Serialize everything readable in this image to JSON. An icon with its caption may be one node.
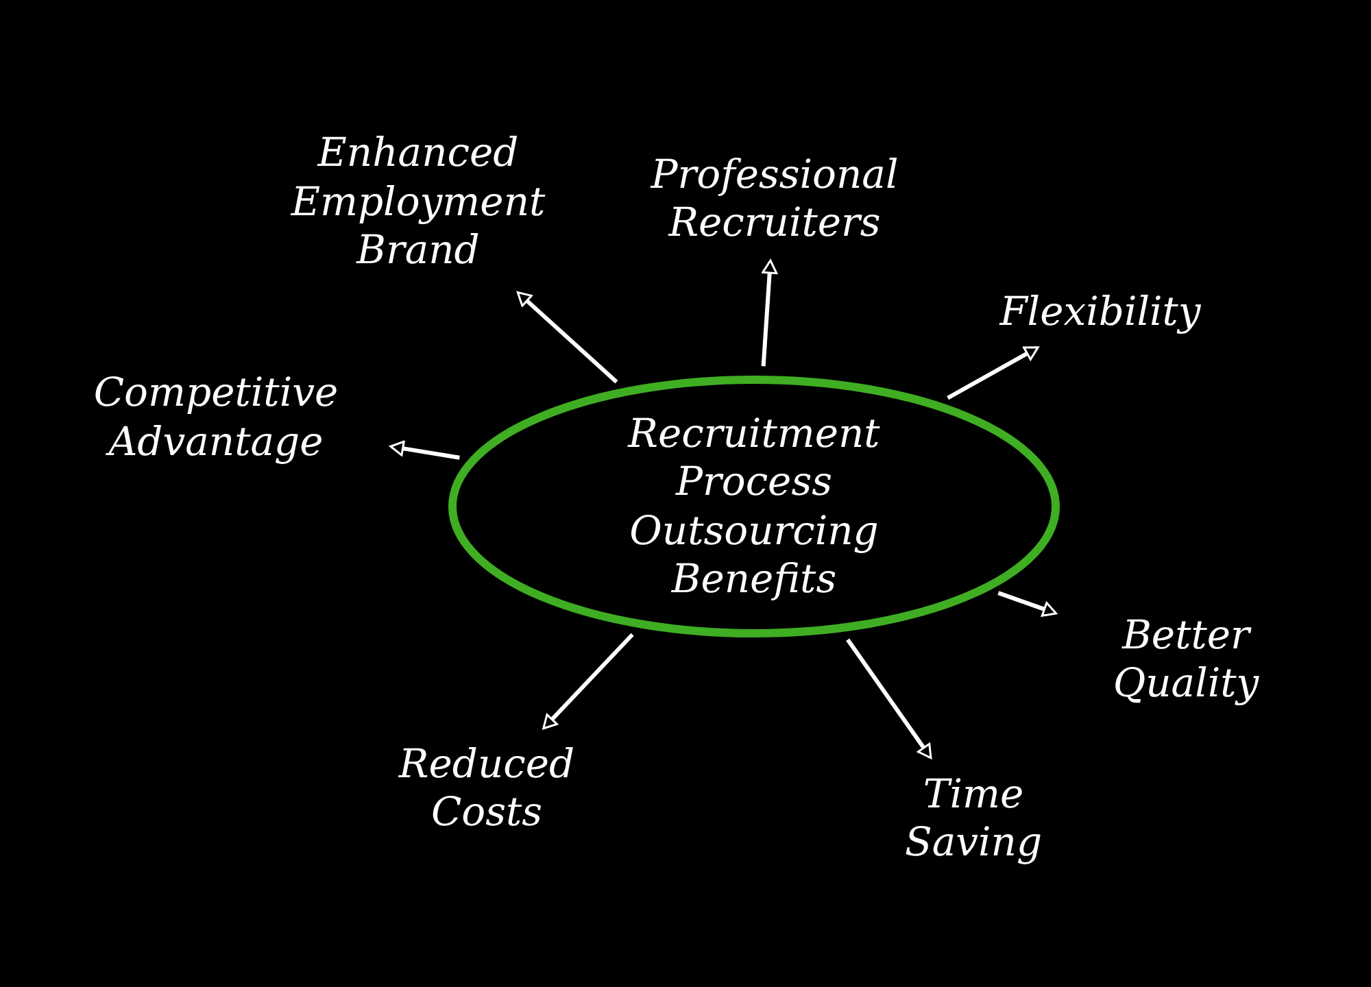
{
  "diagram": {
    "nodes": [
      {
        "text": [
          "Recruitment Process Outsourcing Benefits"
        ]
      },
      {
        "text": [
          "Enhanced Employment Brand"
        ]
      },
      {
        "text": [
          "Professional Recruiters"
        ]
      },
      {
        "text": [
          "Flexibility"
        ]
      },
      {
        "text": [
          "Competitive Advantage"
        ]
      },
      {
        "text": [
          "Better Quality"
        ]
      },
      {
        "text": [
          "Reduced Costs"
        ]
      },
      {
        "text": [
          "Time Saving"
        ]
      }
    ],
    "edges": [
      {
        "from": 0,
        "to": 1,
        "arrow": "to"
      },
      {
        "from": 0,
        "to": 2,
        "arrow": "to"
      },
      {
        "from": 0,
        "to": 3,
        "arrow": "to"
      },
      {
        "from": 0,
        "to": 4,
        "arrow": "to"
      },
      {
        "from": 0,
        "to": 5,
        "arrow": "to"
      },
      {
        "from": 0,
        "to": 6,
        "arrow": "to"
      },
      {
        "from": 0,
        "to": 7,
        "arrow": "to"
      }
    ]
  }
}
